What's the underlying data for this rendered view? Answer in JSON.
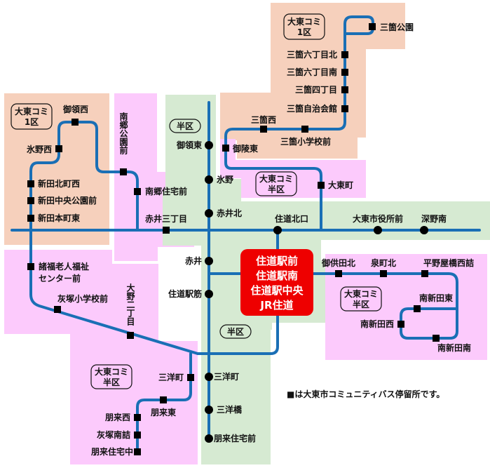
{
  "colors": {
    "route_line": "#1a6fb5",
    "zone_1ku": "#f6d0bc",
    "zone_comi_hanku": "#fccafc",
    "zone_hanku": "#d6ead2",
    "hub": "#ee0000",
    "stop": "#000000"
  },
  "zone_labels": {
    "comi_1ku_north": [
      "大東コミ",
      "1区"
    ],
    "comi_1ku_west": [
      "大東コミ",
      "1区"
    ],
    "comi_hanku_center": [
      "大東コミ",
      "半区"
    ],
    "comi_hanku_east": [
      "大東コミ",
      "半区"
    ],
    "comi_hanku_southwest": [
      "大東コミ",
      "半区"
    ],
    "hanku_north": "半区",
    "hanku_south": "半区"
  },
  "hub": {
    "lines": [
      "住道駅前",
      "住道駅南",
      "住道駅中央",
      "JR住道"
    ]
  },
  "stops": {
    "community_bus": [
      "三箇公園",
      "三箇六丁目北",
      "三箇六丁目南",
      "三箇四丁目",
      "三箇自治会館",
      "三箇西",
      "三箇小学校前",
      "御陵東",
      "大東町",
      "御領西",
      "氷野西",
      "新田北町西",
      "新田中央公園前",
      "新田本町東",
      "南郷公園前",
      "南郷住宅前",
      "赤井三丁目",
      "諸福老人福祉センター前",
      "灰塚小学校前",
      "大野二丁目",
      "三洋町",
      "朋来東",
      "朋来西",
      "灰塚南詰",
      "朋来住宅中",
      "御供田北",
      "泉町北",
      "平野屋橋西詰",
      "南新田東",
      "南新田西",
      "南新田南"
    ],
    "other_bus": [
      "御領東",
      "氷野",
      "赤井北",
      "赤井",
      "住道駅筋",
      "住道北口",
      "大東市役所前",
      "深野南",
      "三洋町",
      "三洋橋",
      "朋来住宅前"
    ]
  },
  "labels": {
    "sanka_koen": "三箇公園",
    "sanka_6n": "三箇六丁目北",
    "sanka_6s": "三箇六丁目南",
    "sanka_4": "三箇四丁目",
    "sanka_jichi": "三箇自治会館",
    "sanka_nishi": "三箇西",
    "sanka_sho": "三箇小学校前",
    "goryo_higashi_sq": "御陵東",
    "daito_cho": "大東町",
    "goryo_nishi": "御領西",
    "hino_nishi": "氷野西",
    "shinden_kita": "新田北町西",
    "shinden_chuo": "新田中央公園前",
    "shinden_hon": "新田本町東",
    "nango_koen": "南郷公園前",
    "nango_jutaku": "南郷住宅前",
    "akai_3": "赤井三丁目",
    "morofuku_1": "諸福老人福祉",
    "morofuku_2": "センター前",
    "haizuka_sho": "灰塚小学校前",
    "ono_2": "大野二丁目",
    "sanyo_sq": "三洋町",
    "horai_higashi": "朋来東",
    "horai_nishi": "朋来西",
    "haizuka_minami": "灰塚南詰",
    "horai_jutaku_naka": "朋来住宅中",
    "omotoda_kita": "御供田北",
    "izumi_kita": "泉町北",
    "hiranoya": "平野屋橋西詰",
    "minami_shinden_higashi": "南新田東",
    "minami_shinden_nishi": "南新田西",
    "minami_shinden_minami": "南新田南",
    "goryo_higashi": "御領東",
    "hino": "氷野",
    "akai_kita": "赤井北",
    "akai": "赤井",
    "suminodo_suji": "住道駅筋",
    "suminodo_kitaguchi": "住道北口",
    "shiyakusho": "大東市役所前",
    "fukano_minami": "深野南",
    "sanyo_circ": "三洋町",
    "sanyo_bashi": "三洋橋",
    "horai_jutaku_mae": "朋来住宅前"
  },
  "legend": {
    "note": "■は大東市コミュニティバス停留所です。"
  }
}
